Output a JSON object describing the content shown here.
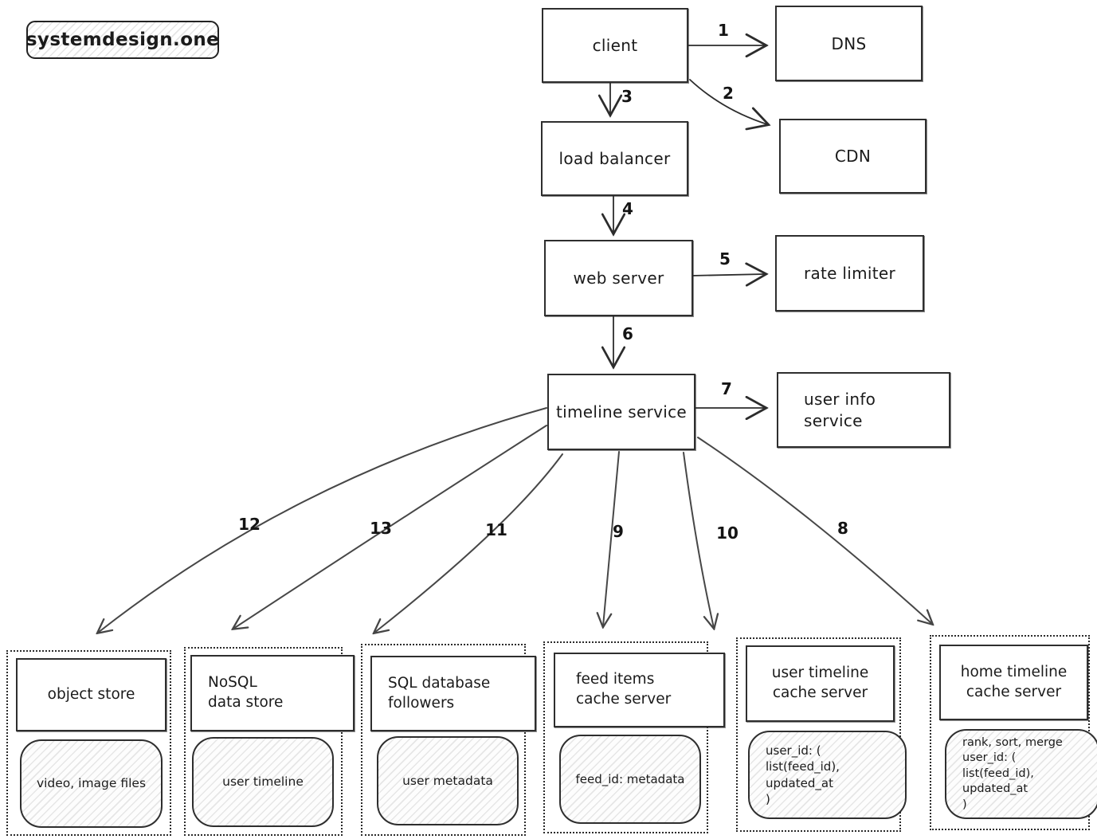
{
  "logo": "systemdesign.one",
  "nodes": {
    "client": "client",
    "dns": "DNS",
    "cdn": "CDN",
    "load_balancer": "load balancer",
    "web_server": "web server",
    "rate_limiter": "rate limiter",
    "timeline_service": "timeline service",
    "user_info_service": "user info\nservice"
  },
  "edge_labels": {
    "e1": "1",
    "e2": "2",
    "e3": "3",
    "e4": "4",
    "e5": "5",
    "e6": "6",
    "e7": "7",
    "e8": "8",
    "e9": "9",
    "e10": "10",
    "e11": "11",
    "e12": "12",
    "e13": "13"
  },
  "stores": [
    {
      "title": "object store",
      "detail": "video, image files"
    },
    {
      "title": "NoSQL\ndata store",
      "detail": "user timeline"
    },
    {
      "title": "SQL database\nfollowers",
      "detail": "user metadata"
    },
    {
      "title": "feed items\ncache server",
      "detail": "feed_id: metadata"
    },
    {
      "title": "user timeline\ncache server",
      "detail": "user_id: (\nlist(feed_id),\nupdated_at\n)"
    },
    {
      "title": "home timeline\ncache server",
      "detail": "rank, sort, merge\nuser_id: (\nlist(feed_id),\nupdated_at\n)"
    }
  ]
}
